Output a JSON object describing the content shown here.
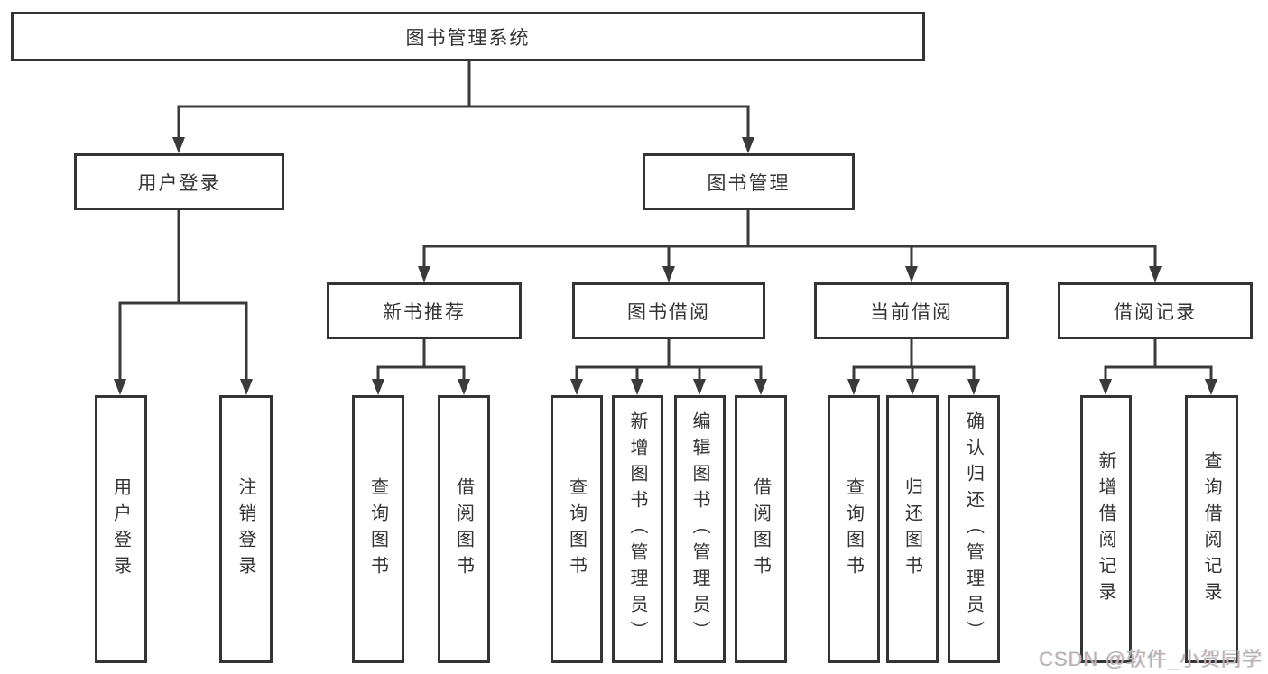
{
  "diagram": {
    "title": "图书管理系统",
    "root": {
      "label": "图书管理系统"
    },
    "level2": [
      {
        "id": "user-login",
        "label": "用户登录"
      },
      {
        "id": "book-management",
        "label": "图书管理"
      }
    ],
    "level3": [
      {
        "id": "new-book-recommend",
        "label": "新书推荐"
      },
      {
        "id": "book-borrowing",
        "label": "图书借阅"
      },
      {
        "id": "current-borrowing",
        "label": "当前借阅"
      },
      {
        "id": "borrowing-records",
        "label": "借阅记录"
      }
    ],
    "leaves": [
      {
        "id": "user-login-leaf",
        "label": "用户登录"
      },
      {
        "id": "logout",
        "label": "注销登录"
      },
      {
        "id": "query-books-1",
        "label": "查询图书"
      },
      {
        "id": "borrow-books-1",
        "label": "借阅图书"
      },
      {
        "id": "query-books-2",
        "label": "查询图书"
      },
      {
        "id": "add-books-admin",
        "label": "新增图书（管理员）"
      },
      {
        "id": "edit-books-admin",
        "label": "编辑图书（管理员）"
      },
      {
        "id": "borrow-books-2",
        "label": "借阅图书"
      },
      {
        "id": "query-books-3",
        "label": "查询图书"
      },
      {
        "id": "return-books",
        "label": "归还图书"
      },
      {
        "id": "confirm-return-admin",
        "label": "确认归还（管理员）"
      },
      {
        "id": "add-borrow-record",
        "label": "新增借阅记录"
      },
      {
        "id": "query-borrow-record",
        "label": "查询借阅记录"
      }
    ]
  },
  "watermark": {
    "text": "CSDN @软件_小贺同学"
  },
  "colors": {
    "line": "#3a3a3a",
    "box_border": "#343434",
    "text": "#333333",
    "background": "#ffffff",
    "watermark": "#b4b4b4"
  }
}
